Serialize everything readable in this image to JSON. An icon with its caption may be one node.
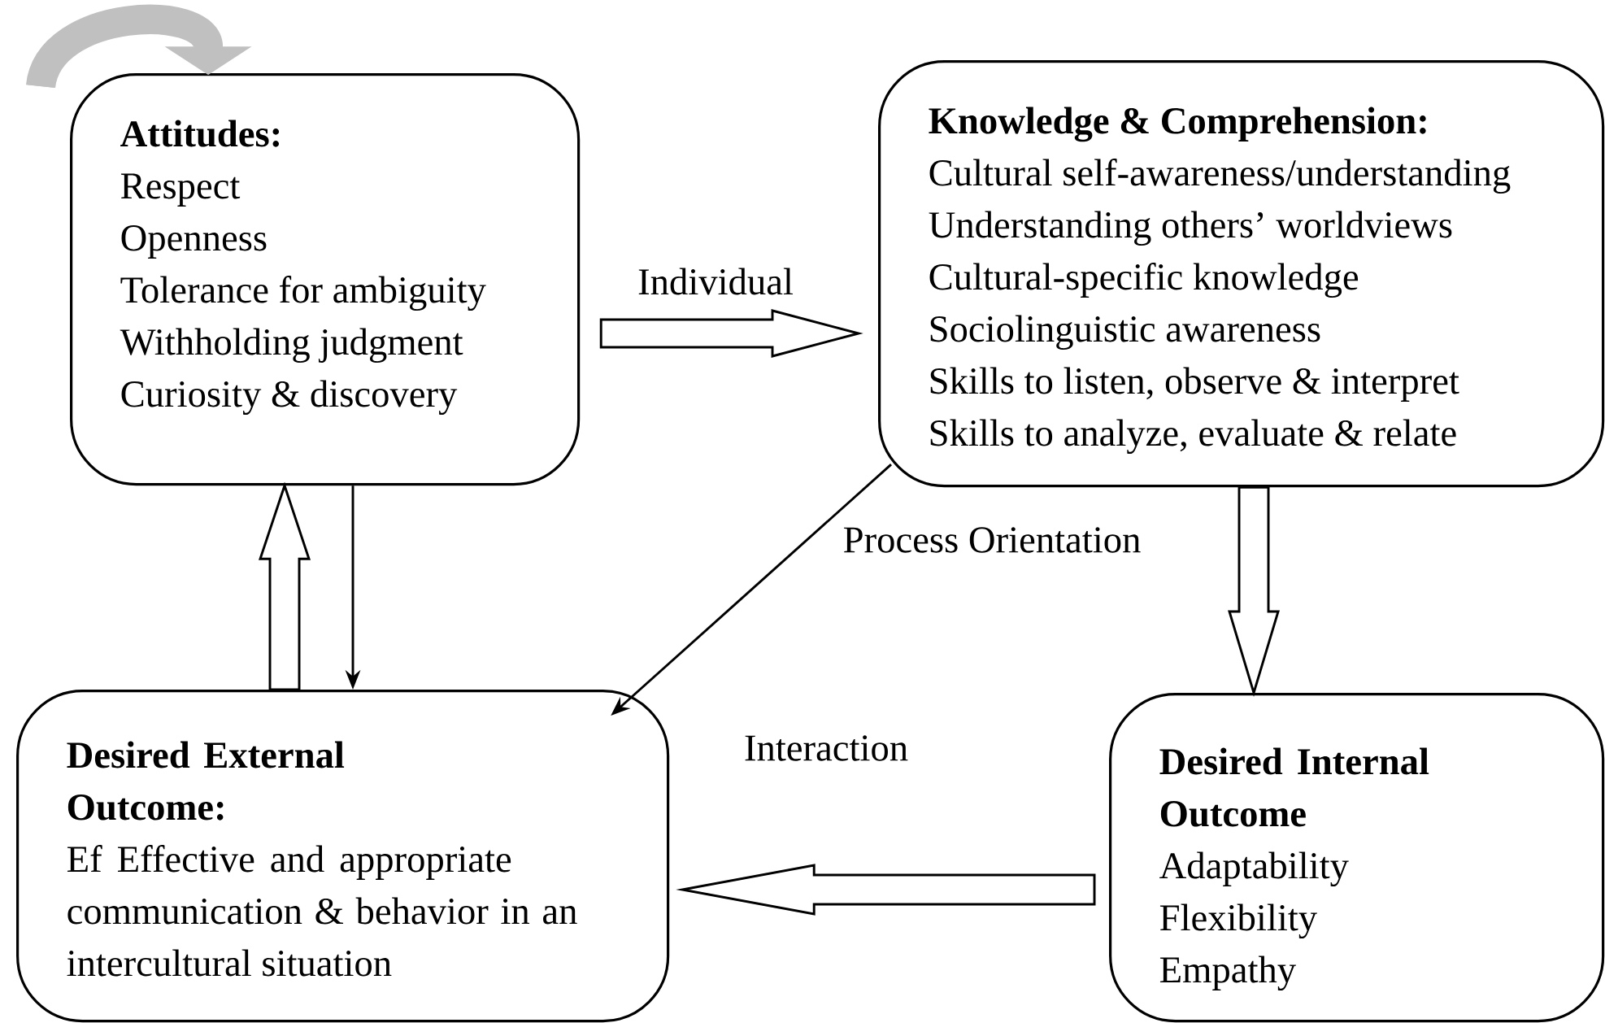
{
  "diagram": {
    "nodes": [
      {
        "text": [
          "Attitudes:",
          "Respect",
          "Openness",
          "Tolerance for ambiguity",
          "Withholding judgment",
          "Curiosity & discovery"
        ]
      },
      {
        "text": [
          "Knowledge & Comprehension:",
          "Cultural self-awareness/understanding",
          "Understanding others’ worldviews",
          "Cultural-specific knowledge",
          "Sociolinguistic awareness",
          "Skills to listen, observe & interpret",
          "Skills to analyze, evaluate & relate"
        ]
      },
      {
        "text": [
          "Desired External Outcome:",
          "Ef Effective and appropriate communication & behavior in an intercultural situation"
        ]
      },
      {
        "text": [
          "Desired Internal Outcome",
          "Adaptability",
          "Flexibility",
          "Empathy"
        ]
      }
    ],
    "edges": [
      {
        "from": 0,
        "to": 1,
        "arrow": "to",
        "label": "Individual",
        "style": "thick"
      },
      {
        "from": 1,
        "to": 3,
        "arrow": "to",
        "style": "thick"
      },
      {
        "from": 3,
        "to": 2,
        "arrow": "to",
        "label": "Interaction",
        "style": "thick"
      },
      {
        "from": 2,
        "to": 0,
        "arrow": "to",
        "style": "thick"
      },
      {
        "from": 0,
        "to": 2,
        "arrow": "to"
      },
      {
        "from": 1,
        "to": 2,
        "arrow": "to",
        "label": "Process Orientation"
      },
      {
        "from": null,
        "to": 0,
        "arrow": "to",
        "style": "thick",
        "color": "#c0c0c0"
      }
    ]
  }
}
